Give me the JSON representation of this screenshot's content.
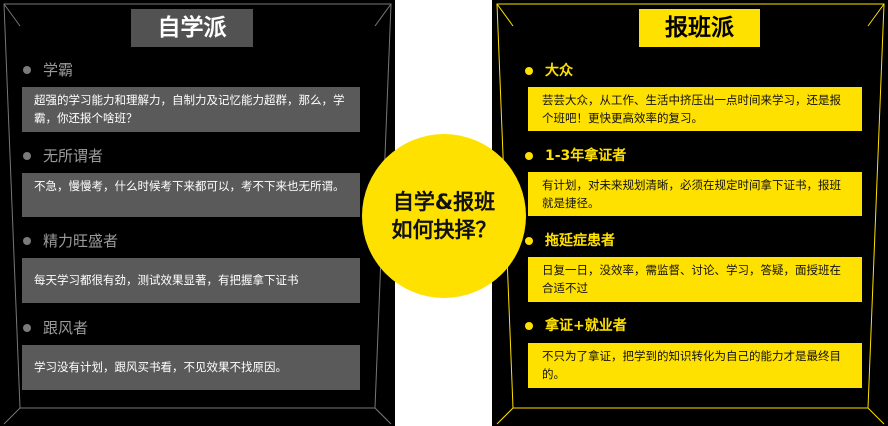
{
  "left": {
    "title": "自学派",
    "items": [
      {
        "heading": "学霸",
        "text": "超强的学习能力和理解力，自制力及记忆能力超群，那么，学霸，你还报个啥班？"
      },
      {
        "heading": "无所谓者",
        "text": "不急，慢慢考，什么时候考下来都可以，考不下来也无所谓。"
      },
      {
        "heading": "精力旺盛者",
        "text": "每天学习都很有劲，测试效果显著，有把握拿下证书"
      },
      {
        "heading": "跟风者",
        "text": "学习没有计划，跟风买书看，不见效果不找原因。"
      }
    ]
  },
  "right": {
    "title": "报班派",
    "items": [
      {
        "heading": "大众",
        "text": "芸芸大众，从工作、生活中挤压出一点时间来学习，还是报个班吧！更快更高效率的复习。"
      },
      {
        "heading": "1-3年拿证者",
        "text": "有计划，对未来规划清晰，必须在规定时间拿下证书，报班就是捷径。"
      },
      {
        "heading": "拖延症患者",
        "text": "日复一日，没效率，需监督、讨论、学习，答疑，面授班在合适不过"
      },
      {
        "heading": "拿证+就业者",
        "text": "不只为了拿证，把学到的知识转化为自己的能力才是最终目的。"
      }
    ]
  },
  "center": {
    "line1": "自学&报班",
    "line2": "如何抉择？"
  },
  "colors": {
    "accent": "#ffe100",
    "background": "#000000",
    "left_box": "#5a5a5a"
  }
}
